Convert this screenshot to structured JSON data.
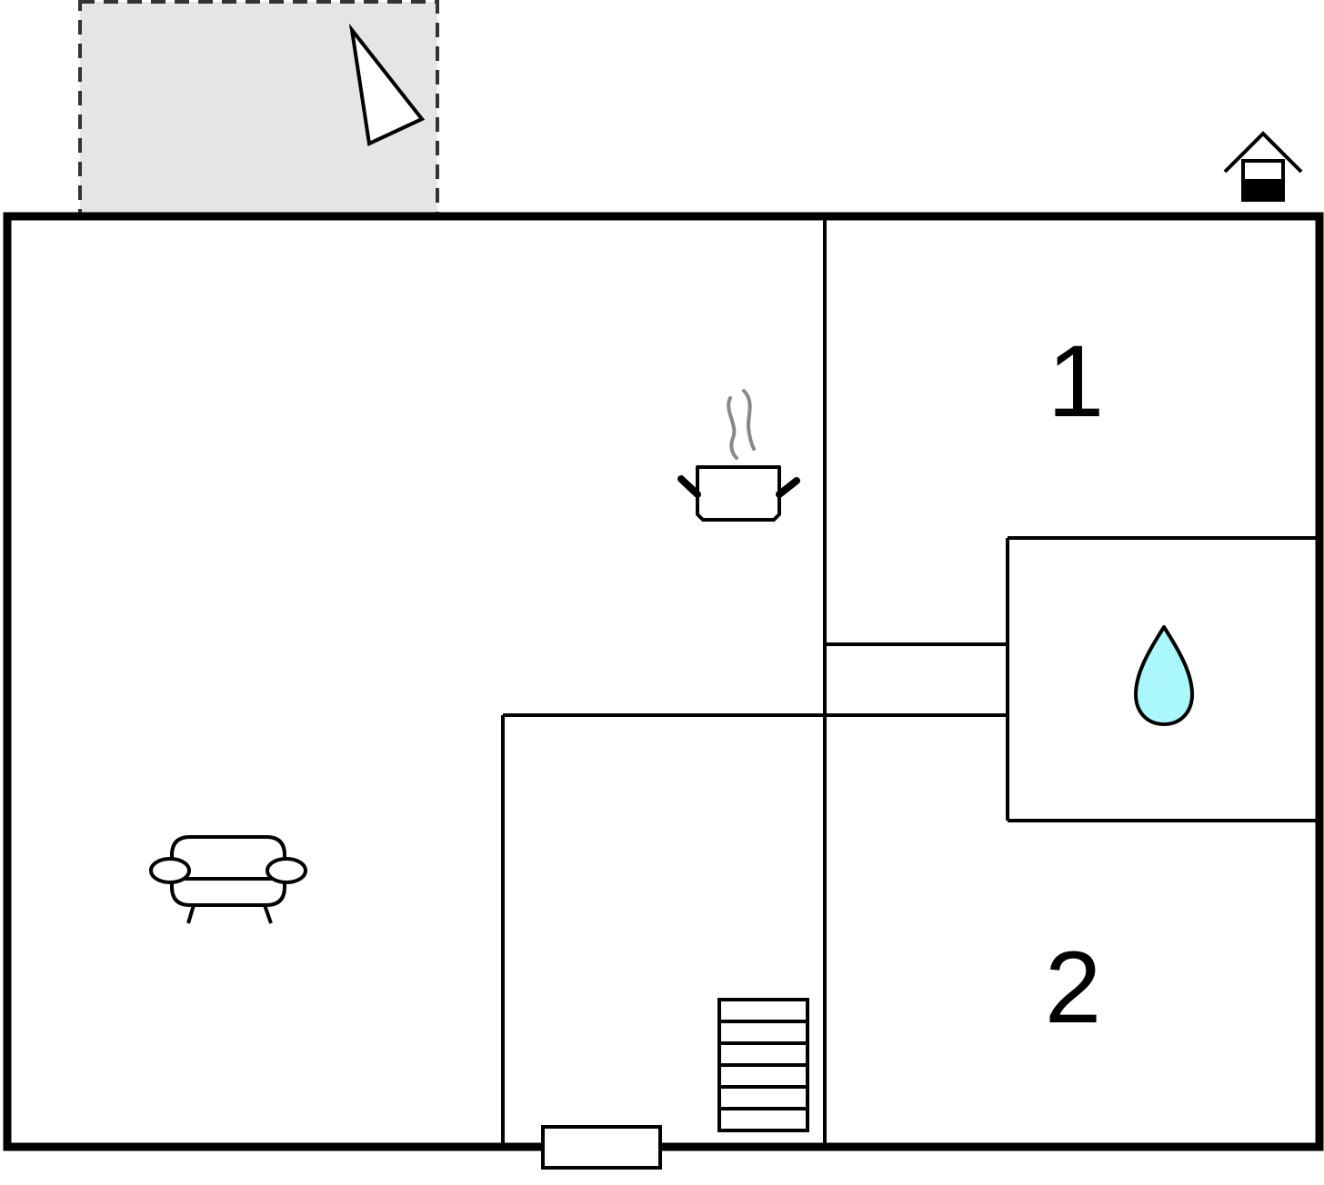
{
  "floor_plan": {
    "rooms": [
      {
        "id": "bedroom-1",
        "number_label": "1",
        "type": "bedroom"
      },
      {
        "id": "bedroom-2",
        "number_label": "2",
        "type": "bedroom"
      },
      {
        "id": "bathroom",
        "icon": "water-drop-icon",
        "type": "bathroom"
      },
      {
        "id": "living-kitchen",
        "icons": [
          "sofa-icon",
          "cooking-pot-icon"
        ],
        "type": "living-room-kitchen"
      },
      {
        "id": "stair-hall",
        "icons": [
          "staircase-icon"
        ],
        "type": "hallway"
      }
    ],
    "outdoor": {
      "terrace": {
        "icon": "terrace-area",
        "style": "dashed-outline"
      },
      "compass": {
        "icon": "north-arrow-icon"
      },
      "house_marker": {
        "icon": "house-icon"
      }
    },
    "entrance": {
      "icon": "entrance-door-icon"
    },
    "colors": {
      "wall": "#000000",
      "terrace_fill": "#e5e5e5",
      "terrace_border": "#333333",
      "water_drop": "#aaf8fb",
      "steam": "#888888",
      "background": "#ffffff"
    }
  }
}
